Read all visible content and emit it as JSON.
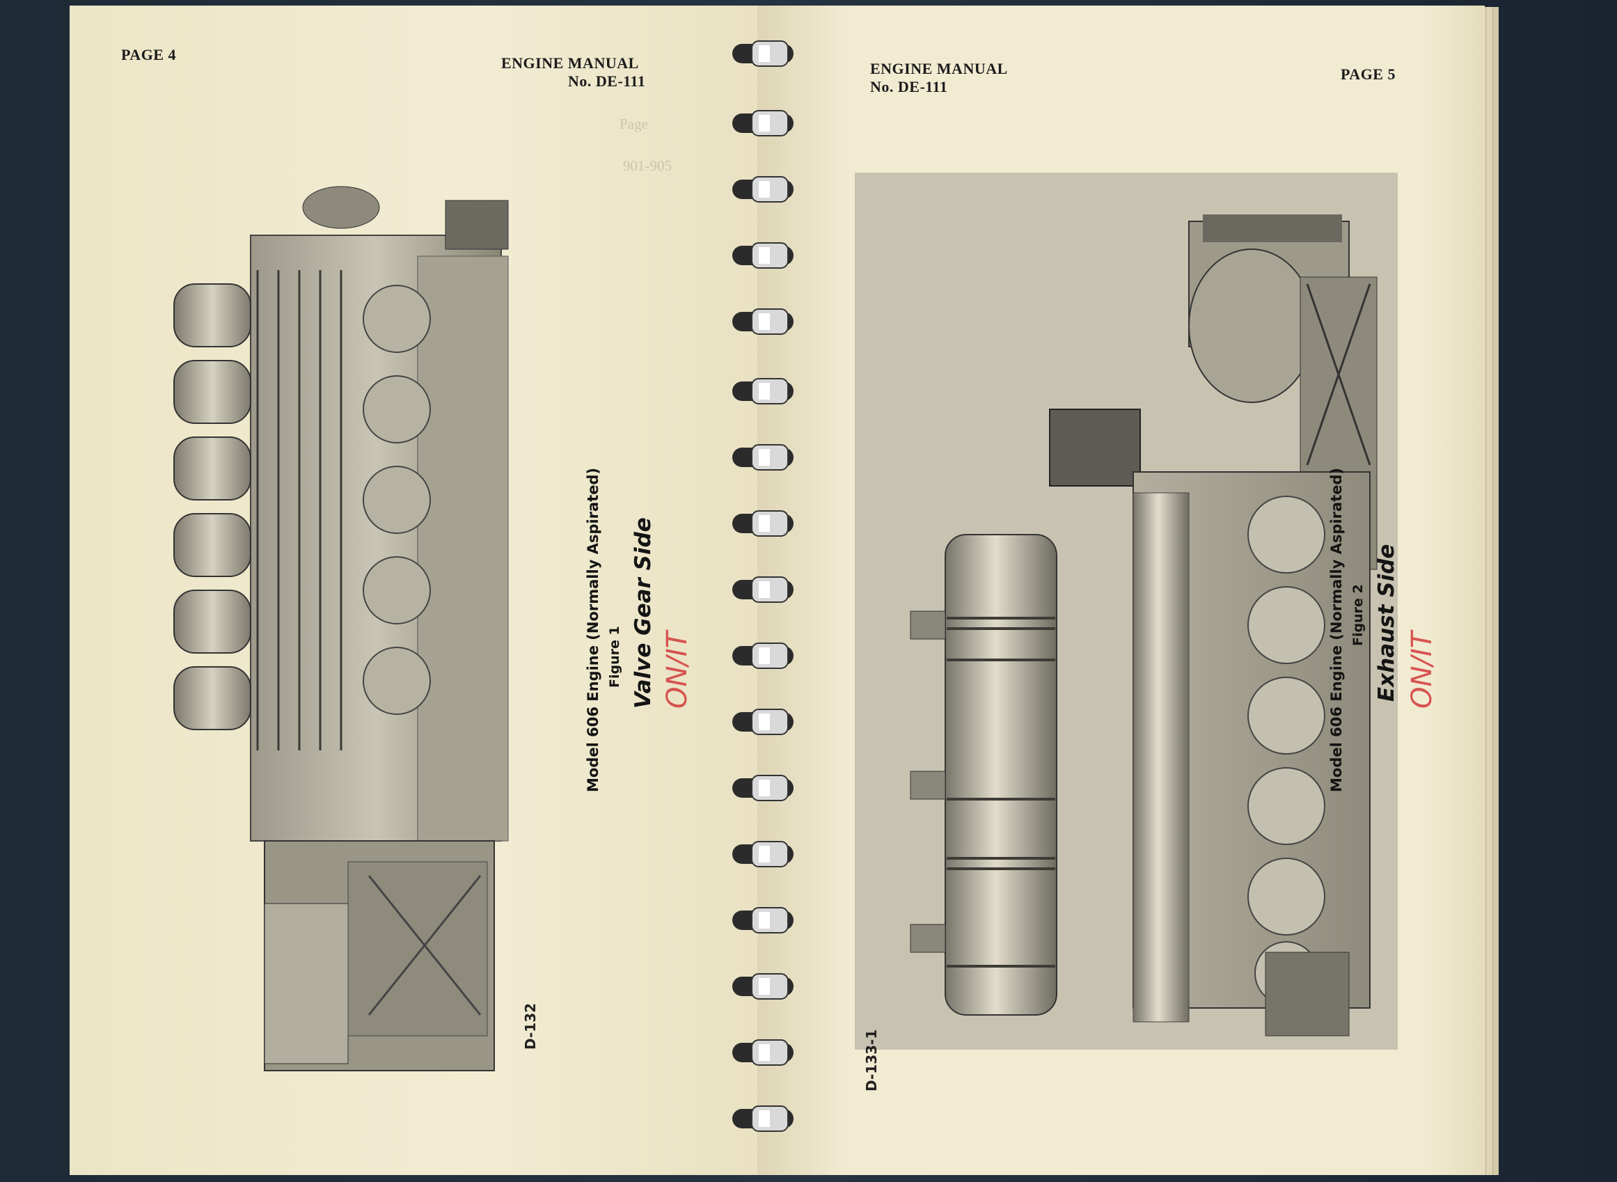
{
  "left_page": {
    "page_number": "PAGE 4",
    "manual_title": "ENGINE MANUAL",
    "manual_number": "No. DE-111",
    "figure": {
      "model": "Model 606 Engine (Normally Aspirated)",
      "figure_label": "Figure 1",
      "view": "Valve Gear Side",
      "photo_id": "D-132"
    }
  },
  "right_page": {
    "page_number": "PAGE 5",
    "manual_title": "ENGINE MANUAL",
    "manual_number": "No. DE-111",
    "figure": {
      "model": "Model 606 Engine (Normally Aspirated)",
      "figure_label": "Figure 2",
      "view": "Exhaust Side",
      "photo_id": "D-133-1"
    }
  },
  "handwritten_notes": [
    "ON/IT",
    "ON/IT"
  ],
  "colors": {
    "paper": "#f0ead0",
    "ink": "#1b1b1b",
    "red_annotation": "#d23a3a",
    "binding_background": "#1c2833"
  }
}
